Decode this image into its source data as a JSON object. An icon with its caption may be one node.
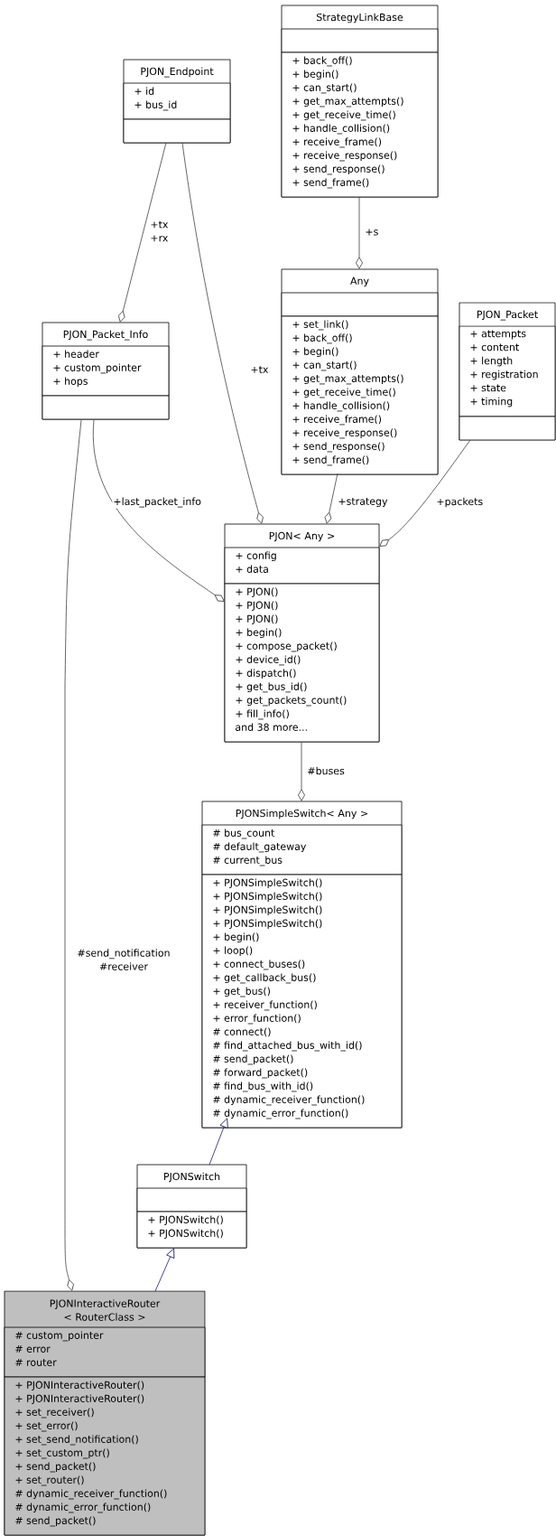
{
  "diagram": {
    "nodes": [
      {
        "text": [
          "StrategyLinkBase"
        ]
      },
      {
        "text": [],
        "shape": "box",
        "in": 0
      },
      {
        "text": [
          "+ back_off()",
          "+ begin()",
          "+ can_start()",
          "+ get_max_attempts()",
          "+ get_receive_time()",
          "+ handle_collision()",
          "+ receive_frame()",
          "+ receive_response()",
          "+ send_response()",
          "+ send_frame()"
        ],
        "in": 0
      },
      {
        "text": [
          "PJON_Endpoint"
        ]
      },
      {
        "text": [
          "+ id",
          "+ bus_id"
        ],
        "in": 3
      },
      {
        "text": [],
        "shape": "box",
        "in": 3
      },
      {
        "text": [
          "Any"
        ]
      },
      {
        "text": [],
        "shape": "box",
        "in": 6
      },
      {
        "text": [
          "+ set_link()",
          "+ back_off()",
          "+ begin()",
          "+ can_start()",
          "+ get_max_attempts()",
          "+ get_receive_time()",
          "+ handle_collision()",
          "+ receive_frame()",
          "+ receive_response()",
          "+ send_response()",
          "+ send_frame()"
        ],
        "in": 6
      },
      {
        "text": [
          "PJON_Packet"
        ]
      },
      {
        "text": [
          "+ attempts",
          "+ content",
          "+ length",
          "+ registration",
          "+ state",
          "+ timing"
        ],
        "in": 9
      },
      {
        "text": [],
        "shape": "box",
        "in": 9
      },
      {
        "text": [
          "PJON_Packet_Info"
        ]
      },
      {
        "text": [
          "+ header",
          "+ custom_pointer",
          "+ hops"
        ],
        "in": 12
      },
      {
        "text": [],
        "shape": "box",
        "in": 12
      },
      {
        "text": [
          "PJON< Any >"
        ]
      },
      {
        "text": [
          "+ config",
          "+ data"
        ],
        "in": 15
      },
      {
        "text": [
          "+ PJON()",
          "+ PJON()",
          "+ PJON()",
          "+ begin()",
          "+ compose_packet()",
          "+ device_id()",
          "+ dispatch()",
          "+ get_bus_id()",
          "+ get_packets_count()",
          "+ fill_info()",
          "and 38 more..."
        ],
        "in": 15
      },
      {
        "text": [
          "PJONSimpleSwitch< Any >"
        ]
      },
      {
        "text": [
          "# bus_count",
          "# default_gateway",
          "# current_bus"
        ],
        "in": 18
      },
      {
        "text": [
          "+ PJONSimpleSwitch()",
          "+ PJONSimpleSwitch()",
          "+ PJONSimpleSwitch()",
          "+ PJONSimpleSwitch()",
          "+ begin()",
          "+ loop()",
          "+ connect_buses()",
          "+ get_callback_bus()",
          "+ get_bus()",
          "+ receiver_function()",
          "+ error_function()",
          "# connect()",
          "# find_attached_bus_with_id()",
          "# send_packet()",
          "# forward_packet()",
          "# find_bus_with_id()",
          "# dynamic_receiver_function()",
          "# dynamic_error_function()"
        ],
        "in": 18
      },
      {
        "text": [
          "PJONSwitch"
        ]
      },
      {
        "text": [],
        "shape": "box",
        "in": 21
      },
      {
        "text": [
          "+ PJONSwitch()",
          "+ PJONSwitch()"
        ],
        "in": 21
      },
      {
        "text": [
          "PJONInteractiveRouter < RouterClass >"
        ]
      },
      {
        "text": [
          "# custom_pointer",
          "# error",
          "# router"
        ],
        "in": 24
      },
      {
        "text": [
          "+ PJONInteractiveRouter()",
          "+ PJONInteractiveRouter()",
          "+ set_receiver()",
          "+ set_error()",
          "+ set_send_notification()",
          "+ set_custom_ptr()",
          "+ send_packet()",
          "+ set_router()",
          "# dynamic_receiver_function()",
          "# dynamic_error_function()",
          "# send_packet()"
        ],
        "in": 24
      }
    ],
    "edges": [
      {
        "from": 3,
        "to": 12,
        "arrow": "other",
        "label": "+tx +rx"
      },
      {
        "from": 3,
        "to": 15,
        "arrow": "other",
        "label": "+tx"
      },
      {
        "from": 0,
        "to": 6,
        "arrow": "other",
        "label": "+s"
      },
      {
        "from": 6,
        "to": 15,
        "arrow": "other",
        "label": "+strategy"
      },
      {
        "from": 9,
        "to": 15,
        "arrow": "other",
        "label": "+packets"
      },
      {
        "from": 12,
        "to": 15,
        "arrow": "other",
        "label": "+last_packet_info"
      },
      {
        "from": 15,
        "to": 18,
        "arrow": "other",
        "label": "#buses"
      },
      {
        "from": 21,
        "to": 18,
        "arrow": "to",
        "color": "#191970"
      },
      {
        "from": 24,
        "to": 21,
        "arrow": "to",
        "color": "#191970"
      },
      {
        "from": 12,
        "to": 24,
        "arrow": "other",
        "label": "#send_notification #receiver"
      }
    ]
  }
}
